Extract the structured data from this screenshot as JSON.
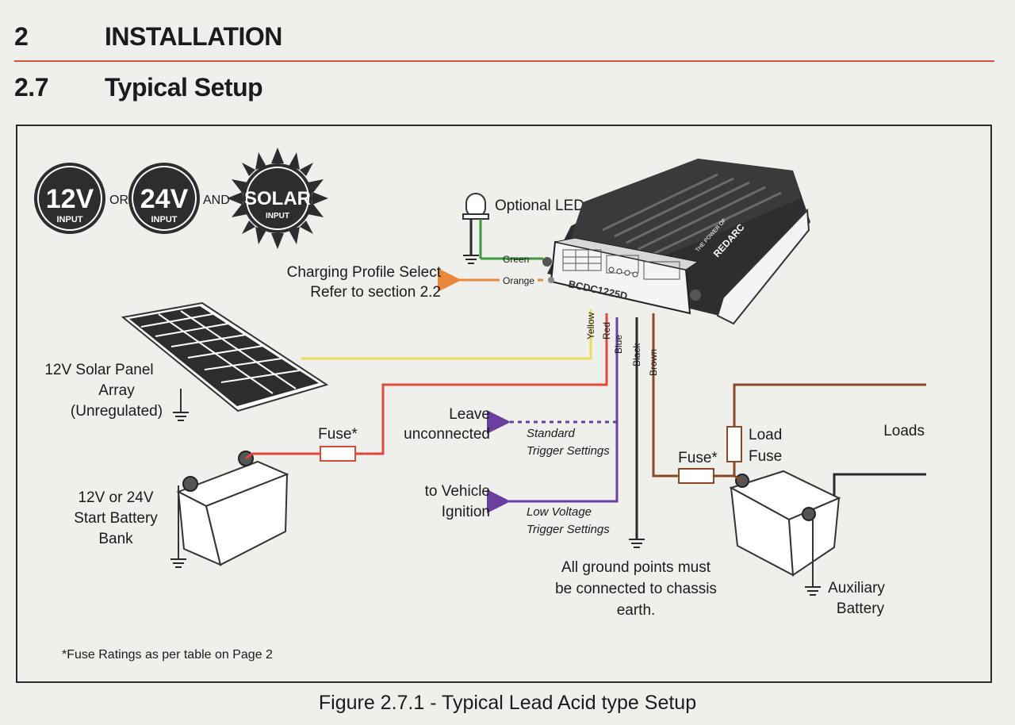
{
  "header": {
    "section_number": "2",
    "section_title": "INSTALLATION",
    "subsection_number": "2.7",
    "subsection_title": "Typical Setup"
  },
  "badges": {
    "v12_main": "12V",
    "v12_sub": "INPUT",
    "or": "OR",
    "v24_main": "24V",
    "v24_sub": "INPUT",
    "and": "AND",
    "solar_main": "SOLAR",
    "solar_sub": "INPUT"
  },
  "labels": {
    "optional_led": "Optional LED",
    "charging_profile_1": "Charging Profile Select",
    "charging_profile_2": "Refer to section 2.2",
    "solar_panel_1": "12V Solar Panel",
    "solar_panel_2": "Array",
    "solar_panel_3": "(Unregulated)",
    "fuse_start": "Fuse*",
    "start_battery_1": "12V or 24V",
    "start_battery_2": "Start Battery",
    "start_battery_3": "Bank",
    "leave_1": "Leave",
    "leave_2": "unconnected",
    "standard_1": "Standard",
    "standard_2": "Trigger Settings",
    "ignition_1": "to Vehicle",
    "ignition_2": "Ignition",
    "low_voltage_1": "Low Voltage",
    "low_voltage_2": "Trigger Settings",
    "ground_1": "All ground points must",
    "ground_2": "be connected to chassis",
    "ground_3": "earth.",
    "load_fuse_1": "Load",
    "load_fuse_2": "Fuse",
    "fuse_aux": "Fuse*",
    "loads": "Loads",
    "aux_battery_1": "Auxiliary",
    "aux_battery_2": "Battery",
    "footnote": "*Fuse Ratings as per table on Page 2"
  },
  "wires": {
    "green": "Green",
    "orange": "Orange",
    "yellow": "Yellow",
    "red": "Red",
    "blue": "Blue",
    "black": "Black",
    "brown": "Brown"
  },
  "device": {
    "model": "BCDC1225D",
    "brand": "REDARC",
    "tagline": "THE POWER OF"
  },
  "colors": {
    "rule": "#d9503c",
    "wire_green": "#3a9a3a",
    "wire_orange": "#e9883a",
    "wire_yellow": "#e8e05a",
    "wire_red": "#e2473a",
    "wire_blue": "#6a3fa0",
    "wire_black": "#2a2a2a",
    "wire_brown": "#8a4a2a"
  },
  "caption": "Figure 2.7.1 - Typical Lead Acid type Setup"
}
